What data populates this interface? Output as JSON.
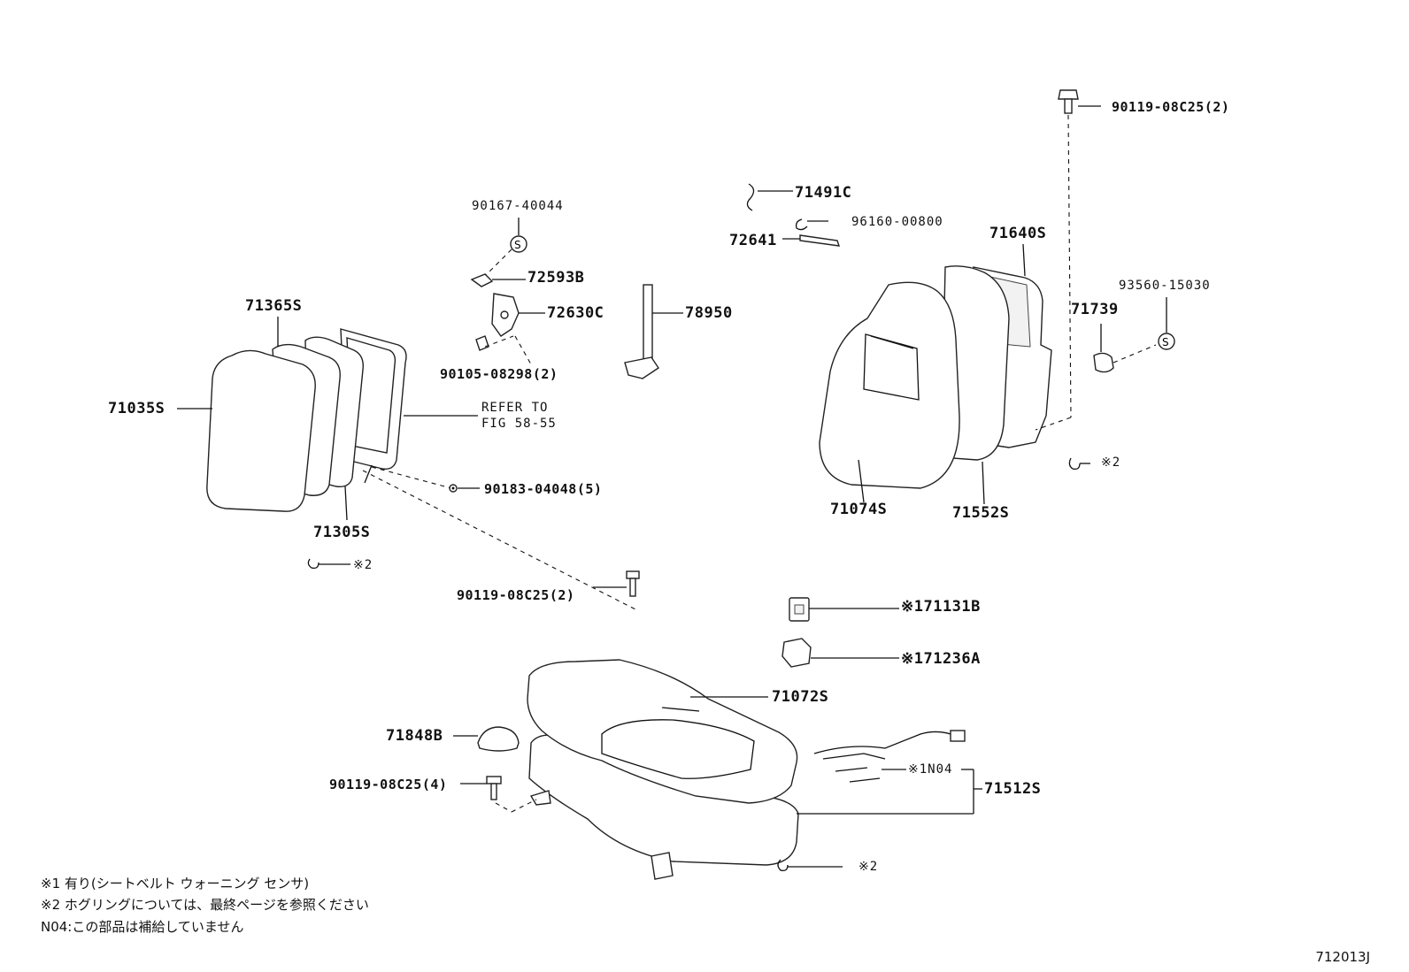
{
  "figure_id": "712013J",
  "parts": {
    "p_90119_top": "90119-08C25(2)",
    "p_71491c": "71491C",
    "p_96160": "96160-00800",
    "p_72641": "72641",
    "p_71640s": "71640S",
    "p_93560": "93560-15030",
    "p_71739": "71739",
    "p_90167": "90167-40044",
    "p_72593b": "72593B",
    "p_72630c": "72630C",
    "p_78950": "78950",
    "p_90105": "90105-08298(2)",
    "p_71365s": "71365S",
    "p_71035s": "71035S",
    "p_refer1": "REFER TO",
    "p_refer2": "FIG 58-55",
    "p_90183": "90183-04048(5)",
    "p_71305s": "71305S",
    "p_note2_left": "※2",
    "p_90119_mid": "90119-08C25(2)",
    "p_71074s": "71074S",
    "p_71552s": "71552S",
    "p_note2_right": "※2",
    "p_171131b": "※171131B",
    "p_171236a": "※171236A",
    "p_71072s": "71072S",
    "p_71848b": "71848B",
    "p_90119_low": "90119-08C25(4)",
    "p_1n04": "※1N04",
    "p_71512s": "71512S",
    "p_note2_bottom": "※2"
  },
  "notes": [
    "※1  有り(シートベルト ウォーニング センサ)",
    "※2  ホグリングについては、最終ページを参照ください",
    "N04:この部品は補給していません"
  ],
  "icons": [
    "screw-s-icon",
    "bolt-icon",
    "hog-ring-icon"
  ]
}
